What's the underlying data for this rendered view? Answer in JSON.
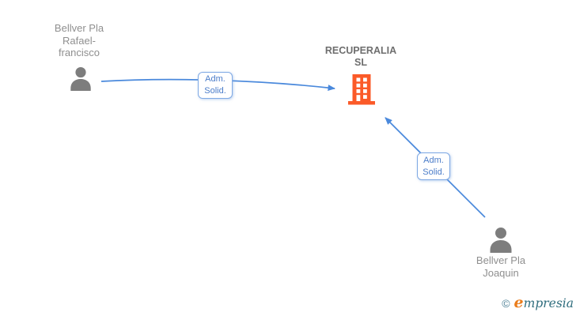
{
  "colors": {
    "arrow": "#4a89dc",
    "label_border": "#7fa9e4",
    "label_text": "#4a7cc9",
    "person_icon": "#7d7d7d",
    "person_text": "#8f8f8f",
    "company_text": "#6e6e6e",
    "building": "#fb5a28",
    "logo_copyright": "#4e8196",
    "logo_initial": "#ea7d1c",
    "logo_rest": "#306e7e"
  },
  "nodes": {
    "person1": {
      "name": "Bellver Pla\nRafael-\nfrancisco",
      "type": "person"
    },
    "company": {
      "name": "RECUPERALIA\nSL",
      "type": "company"
    },
    "person2": {
      "name": "Bellver Pla\nJoaquin",
      "type": "person"
    }
  },
  "edges": [
    {
      "from": "person1",
      "to": "company",
      "label": "Adm.\nSolid."
    },
    {
      "from": "person2",
      "to": "company",
      "label": "Adm.\nSolid."
    }
  ],
  "logo": {
    "copyright": "©",
    "initial": "e",
    "rest": "mpresia"
  }
}
